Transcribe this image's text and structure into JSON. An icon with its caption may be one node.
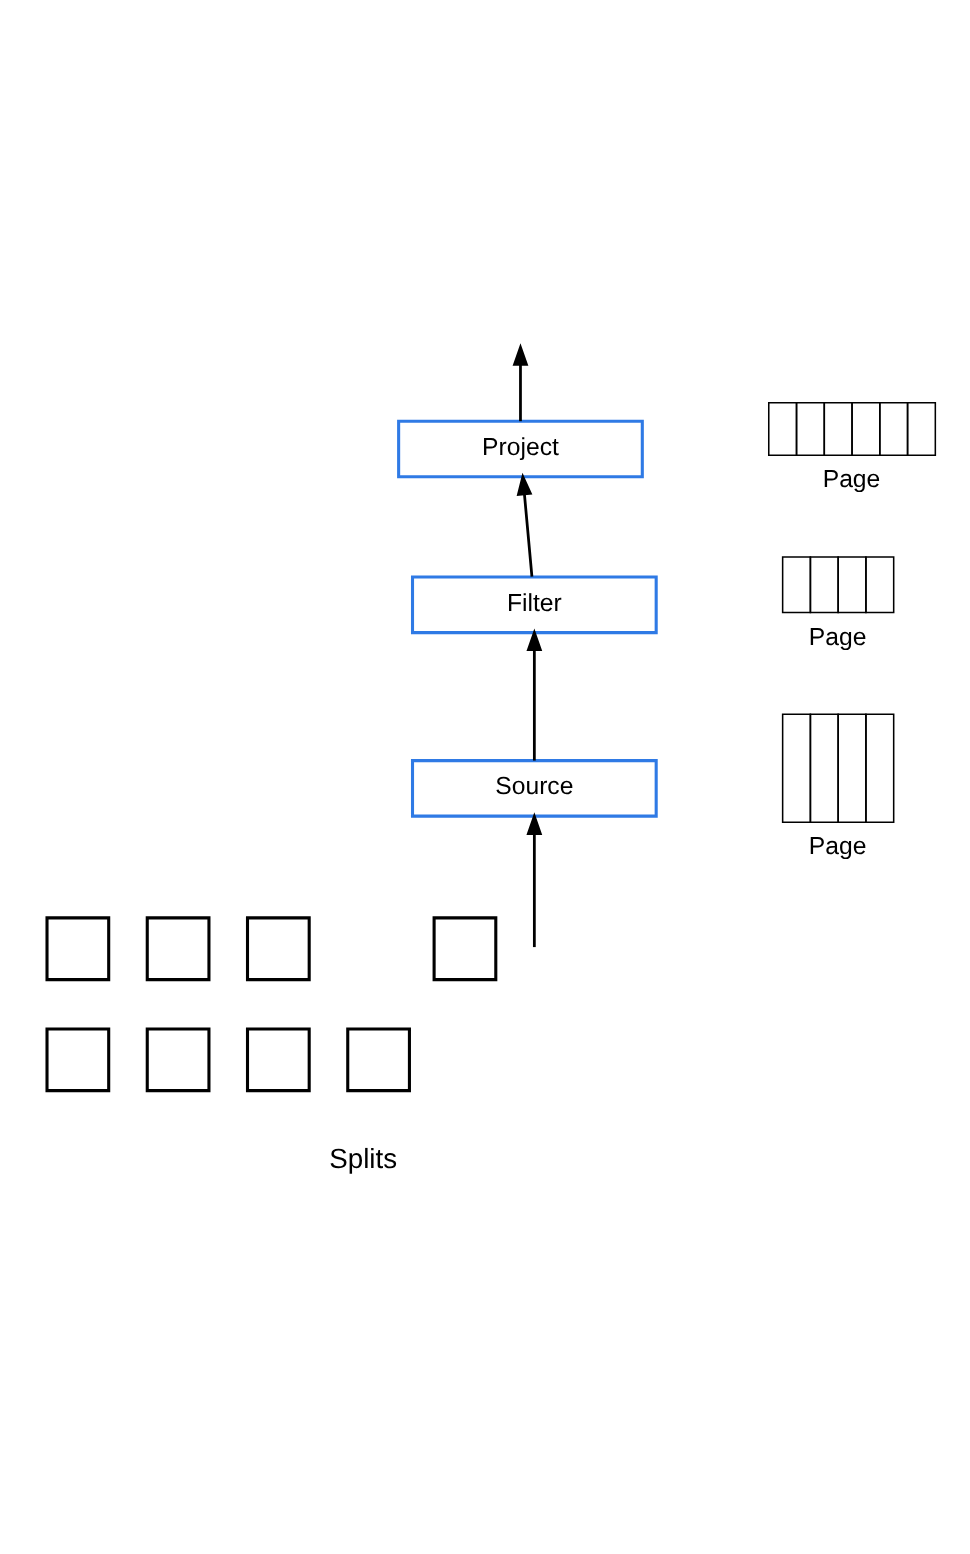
{
  "diagram": {
    "nodes": [
      {
        "text": [
          "Project"
        ]
      },
      {
        "text": [
          "Page"
        ]
      },
      {
        "text": [
          "Filter"
        ]
      },
      {
        "text": [
          "Page"
        ]
      },
      {
        "text": [
          "Source"
        ]
      },
      {
        "text": [
          "Page"
        ]
      },
      {
        "text": [],
        "shape": "box"
      },
      {
        "text": [],
        "shape": "box"
      },
      {
        "text": [],
        "shape": "box"
      },
      {
        "text": [],
        "shape": "box"
      },
      {
        "text": [],
        "shape": "box"
      },
      {
        "text": [],
        "shape": "box"
      },
      {
        "text": [],
        "shape": "box"
      },
      {
        "text": [],
        "shape": "box"
      }
    ],
    "edges": [
      {
        "from": null,
        "to": 4,
        "arrow": "to"
      },
      {
        "from": 4,
        "to": 2,
        "arrow": "to"
      },
      {
        "from": 2,
        "to": 0,
        "arrow": "to"
      },
      {
        "from": 0,
        "to": null,
        "arrow": "to"
      }
    ],
    "labels": [
      "Splits"
    ]
  }
}
